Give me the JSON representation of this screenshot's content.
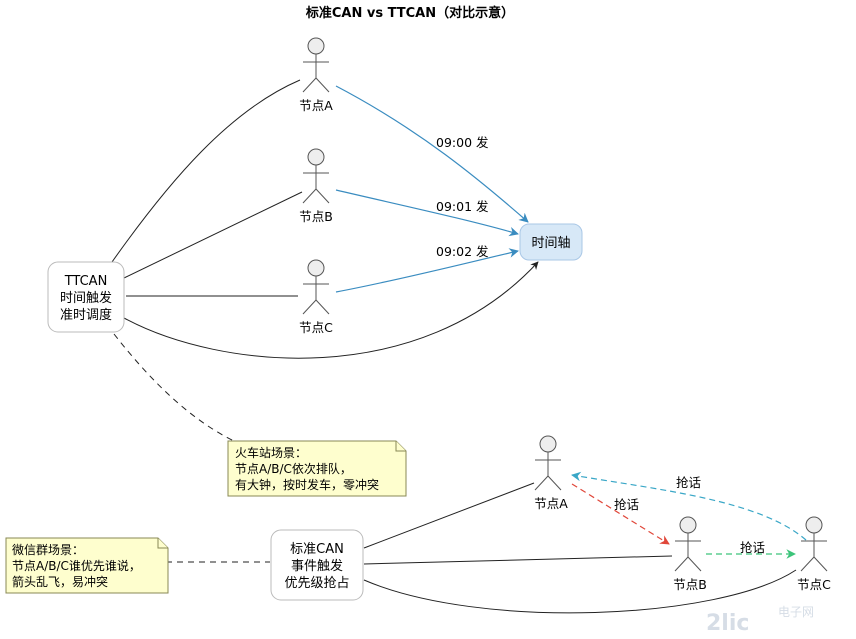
{
  "title": "标准CAN vs TTCAN（对比示意）",
  "colors": {
    "blue": "#3a8cc0",
    "red": "#e0473a",
    "green": "#3cc47a",
    "teal": "#3aa7c7",
    "dark": "#222222"
  },
  "ttcan": {
    "box_lines": [
      "TTCAN",
      "时间触发",
      "准时调度"
    ],
    "nodes": [
      "节点A",
      "节点B",
      "节点C"
    ],
    "timeline": "时间轴",
    "edges": [
      "09:00 发",
      "09:01 发",
      "09:02 发"
    ],
    "note_lines": [
      "火车站场景：",
      "节点A/B/C依次排队，",
      "有大钟，按时发车，零冲突"
    ]
  },
  "can": {
    "box_lines": [
      "标准CAN",
      "事件触发",
      "优先级抢占"
    ],
    "nodes": [
      "节点A",
      "节点B",
      "节点C"
    ],
    "edge_ab": "抢话",
    "edge_bc": "抢话",
    "edge_ca": "抢话",
    "note_lines": [
      "微信群场景：",
      "节点A/B/C谁优先谁说，",
      "箭头乱飞，易冲突"
    ]
  },
  "watermark": {
    "logo": "2lic",
    "text": "电子网"
  }
}
